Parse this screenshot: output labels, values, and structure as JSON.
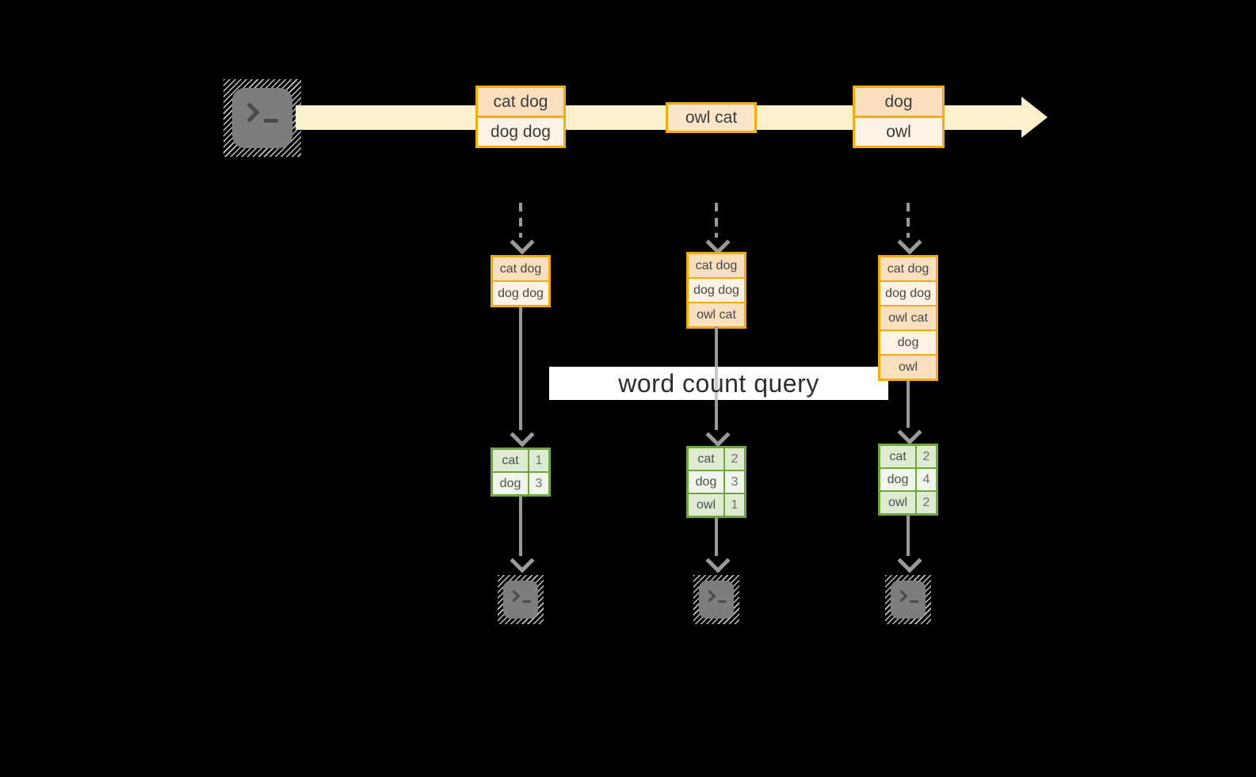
{
  "query_label": "word count query",
  "timeline": {
    "events": [
      {
        "lines": [
          "cat dog",
          "dog dog"
        ]
      },
      {
        "lines": [
          "owl cat"
        ]
      },
      {
        "lines": [
          "dog",
          "owl"
        ]
      }
    ]
  },
  "columns": [
    {
      "state_lines": [
        "cat dog",
        "dog dog"
      ],
      "counts": [
        {
          "word": "cat",
          "count": "1"
        },
        {
          "word": "dog",
          "count": "3"
        }
      ]
    },
    {
      "state_lines": [
        "cat dog",
        "dog dog",
        "owl cat"
      ],
      "counts": [
        {
          "word": "cat",
          "count": "2"
        },
        {
          "word": "dog",
          "count": "3"
        },
        {
          "word": "owl",
          "count": "1"
        }
      ]
    },
    {
      "state_lines": [
        "cat dog",
        "dog dog",
        "owl cat",
        "dog",
        "owl"
      ],
      "counts": [
        {
          "word": "cat",
          "count": "2"
        },
        {
          "word": "dog",
          "count": "4"
        },
        {
          "word": "owl",
          "count": "2"
        }
      ]
    }
  ],
  "icons": {
    "source": "terminal-prompt-icon",
    "outputs": [
      "terminal-prompt-icon",
      "terminal-prompt-icon",
      "terminal-prompt-icon"
    ]
  },
  "colors": {
    "background": "#000000",
    "stream_band": "#FBF0CC",
    "event_border": "#F2AC0F",
    "event_cell_dark": "#F9DFBD",
    "event_cell_light": "#FDF2E3",
    "table_border": "#6FA640",
    "table_cell_dark": "#DEEBD1",
    "table_cell_light": "#F1F6EB",
    "arrow_gray": "#9A9A9A",
    "terminal_gray": "#7D7D7D",
    "query_band": "#FFFFFF"
  }
}
